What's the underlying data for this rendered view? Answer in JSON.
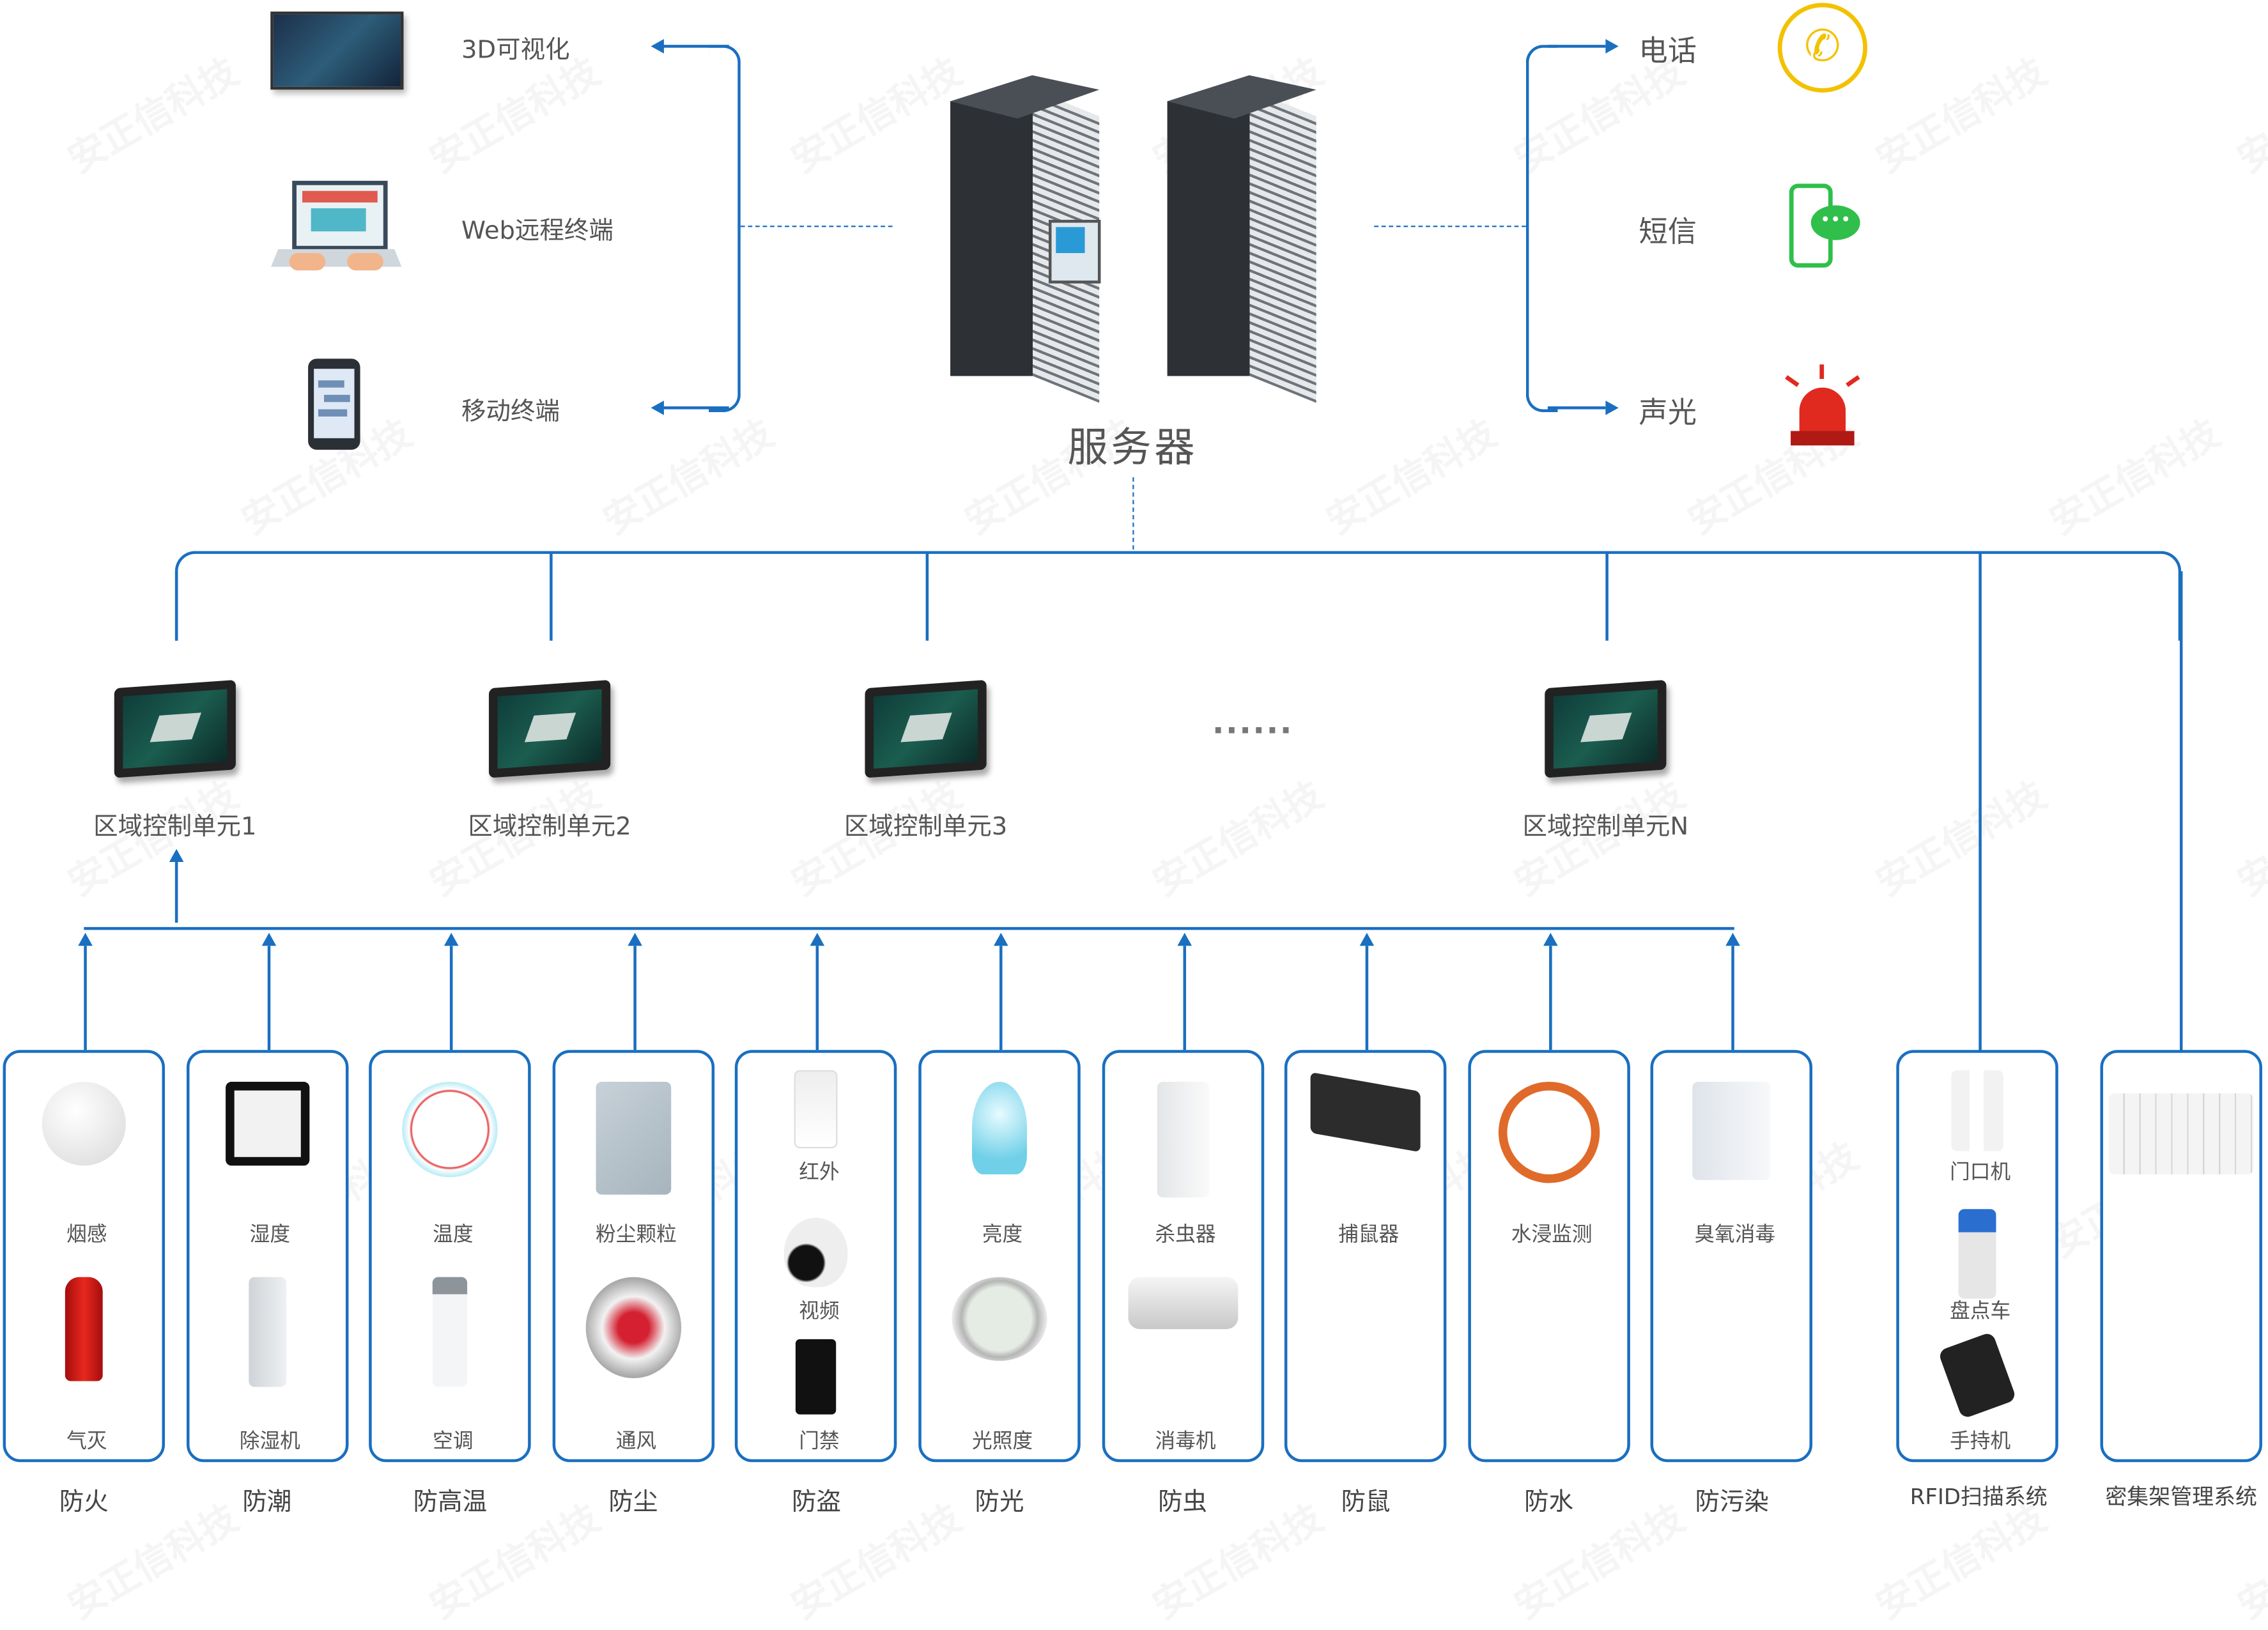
{
  "watermark": "安正信科技",
  "clients": [
    {
      "label": "3D可视化",
      "icon": "3d-dashboard-screen-icon"
    },
    {
      "label": "Web远程终端",
      "icon": "laptop-icon"
    },
    {
      "label": "移动终端",
      "icon": "mobile-phone-icon"
    }
  ],
  "server": {
    "label": "服务器"
  },
  "alerts": [
    {
      "label": "电话",
      "icon": "phone-call-icon",
      "color": "#f2c200"
    },
    {
      "label": "短信",
      "icon": "sms-message-icon",
      "color": "#2fbf4a"
    },
    {
      "label": "声光",
      "icon": "alarm-light-icon",
      "color": "#e02a1f"
    }
  ],
  "control_units": [
    {
      "label": "区域控制单元1"
    },
    {
      "label": "区域控制单元2"
    },
    {
      "label": "区域控制单元3"
    },
    {
      "label": "区域控制单元N"
    }
  ],
  "ellipsis": "......",
  "categories": [
    {
      "name": "防火",
      "items": [
        {
          "label": "烟感",
          "icon": "smoke-detector-icon"
        },
        {
          "label": "气灭",
          "icon": "fire-extinguisher-icon"
        }
      ]
    },
    {
      "name": "防潮",
      "items": [
        {
          "label": "湿度",
          "icon": "hygrometer-icon"
        },
        {
          "label": "除湿机",
          "icon": "dehumidifier-icon"
        }
      ]
    },
    {
      "name": "防高温",
      "items": [
        {
          "label": "温度",
          "icon": "thermometer-icon"
        },
        {
          "label": "空调",
          "icon": "air-conditioner-icon"
        }
      ]
    },
    {
      "name": "防尘",
      "items": [
        {
          "label": "粉尘颗粒",
          "icon": "dust-sensor-icon"
        },
        {
          "label": "通风",
          "icon": "ventilation-fan-icon"
        }
      ]
    },
    {
      "name": "防盗",
      "items": [
        {
          "label": "红外",
          "icon": "infrared-sensor-icon"
        },
        {
          "label": "视频",
          "icon": "camera-icon"
        },
        {
          "label": "门禁",
          "icon": "access-control-icon"
        }
      ]
    },
    {
      "name": "防光",
      "items": [
        {
          "label": "亮度",
          "icon": "light-bulb-icon"
        },
        {
          "label": "光照度",
          "icon": "downlight-icon"
        }
      ]
    },
    {
      "name": "防虫",
      "items": [
        {
          "label": "杀虫器",
          "icon": "insecticide-cabinet-icon"
        },
        {
          "label": "消毒机",
          "icon": "disinfection-machine-icon"
        }
      ]
    },
    {
      "name": "防鼠",
      "items": [
        {
          "label": "捕鼠器",
          "icon": "rodent-repeller-icon"
        }
      ]
    },
    {
      "name": "防水",
      "items": [
        {
          "label": "水浸监测",
          "icon": "water-leak-sensor-icon"
        }
      ]
    },
    {
      "name": "防污染",
      "items": [
        {
          "label": "臭氧消毒",
          "icon": "ozone-generator-icon"
        }
      ]
    }
  ],
  "rfid": {
    "name": "RFID扫描系统",
    "items": [
      {
        "label": "门口机",
        "icon": "rfid-gate-icon"
      },
      {
        "label": "盘点车",
        "icon": "inventory-cart-icon"
      },
      {
        "label": "手持机",
        "icon": "handheld-scanner-icon"
      }
    ]
  },
  "shelving": {
    "name": "密集架管理系统",
    "icon": "mobile-shelving-icon"
  },
  "colors": {
    "line": "#1a6fc0",
    "text": "#555555"
  }
}
